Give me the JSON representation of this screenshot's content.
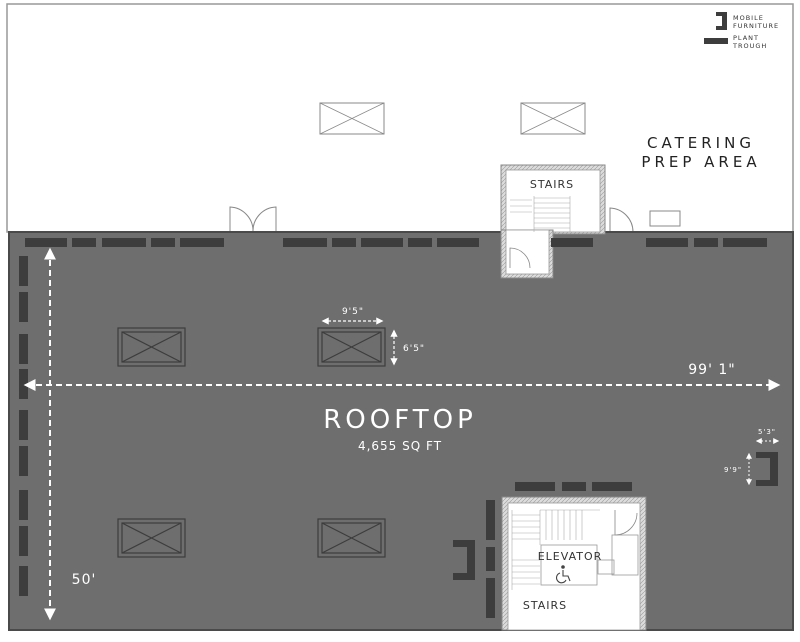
{
  "legend": {
    "mobile_furniture_line1": "MOBILE",
    "mobile_furniture_line2": "FURNITURE",
    "plant_trough_line1": "PLANT",
    "plant_trough_line2": "TROUGH"
  },
  "rooms": {
    "catering_line1": "CATERING",
    "catering_line2": "PREP AREA",
    "stairs_top": "STAIRS",
    "stairs_bottom": "STAIRS",
    "elevator": "ELEVATOR"
  },
  "rooftop": {
    "title": "ROOFTOP",
    "area": "4,655 SQ FT"
  },
  "dimensions": {
    "width": "99' 1\"",
    "depth": "50'",
    "skylight_width": "9'5\"",
    "skylight_height": "6'5\"",
    "furniture_width": "5'3\"",
    "furniture_height": "9'9\""
  },
  "colors": {
    "rooftop_fill": "#6e6e6e",
    "trough": "#3d3d3d",
    "wall": "#8a8a8a",
    "text_light": "#ffffff",
    "text_dark": "#222222"
  }
}
